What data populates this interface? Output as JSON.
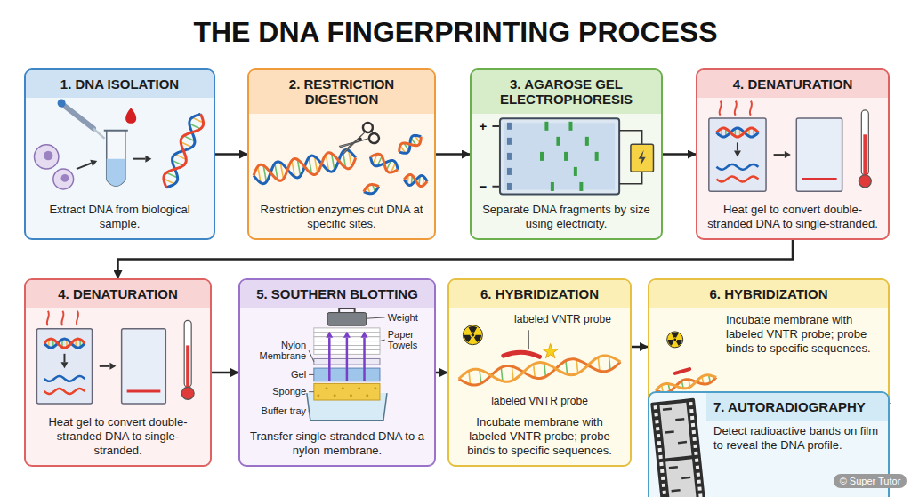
{
  "diagram": {
    "title": "THE DNA FINGERPRINTING PROCESS",
    "nodes": [
      {
        "text": [
          "1. DNA ISOLATION",
          "Extract DNA from biological sample."
        ]
      },
      {
        "text": [
          "2. RESTRICTION DIGESTION",
          "Restriction enzymes cut DNA at specific sites."
        ]
      },
      {
        "text": [
          "3. AGAROSE GEL ELECTROPHORESIS",
          "Separate DNA fragments by size using electricity."
        ]
      },
      {
        "text": [
          "4. DENATURATION",
          "Heat gel to convert double-stranded DNA to single-stranded."
        ]
      },
      {
        "text": [
          "4. DENATURATION",
          "Heat gel to convert double-stranded DNA to single-stranded."
        ]
      },
      {
        "text": [
          "5. SOUTHERN BLOTTING",
          "Transfer single-stranded DNA to a nylon membrane."
        ]
      },
      {
        "text": [
          "6. HYBRIDIZATION",
          "Incubate membrane with labeled VNTR probe; probe binds to specific sequences."
        ]
      },
      {
        "text": [
          "6. HYBRIDIZATION",
          "Incubate membrane with labeled VNTR probe; probe binds to specific sequences."
        ]
      },
      {
        "text": [
          "7. AUTORADIOGRAPHY",
          "Detect radioactive bands on film to reveal the DNA profile."
        ]
      }
    ],
    "edges": [
      {
        "from": 0,
        "to": 1,
        "arrow": "to"
      },
      {
        "from": 1,
        "to": 2,
        "arrow": "to"
      },
      {
        "from": 2,
        "to": 3,
        "arrow": "to"
      },
      {
        "from": 3,
        "to": 4,
        "arrow": "to"
      },
      {
        "from": 4,
        "to": 5,
        "arrow": "to"
      },
      {
        "from": 5,
        "to": 6,
        "arrow": "to"
      },
      {
        "from": 6,
        "to": 7,
        "arrow": "to"
      },
      {
        "from": 7,
        "to": 8,
        "arrow": "to"
      }
    ],
    "labels": [
      "+",
      "−",
      "Weight",
      "Paper Towels",
      "Nylon Membrane",
      "Gel",
      "Sponge",
      "Buffer tray",
      "labeled VNTR probe",
      "labeled VNTR probe",
      "© Super Tutor"
    ]
  }
}
